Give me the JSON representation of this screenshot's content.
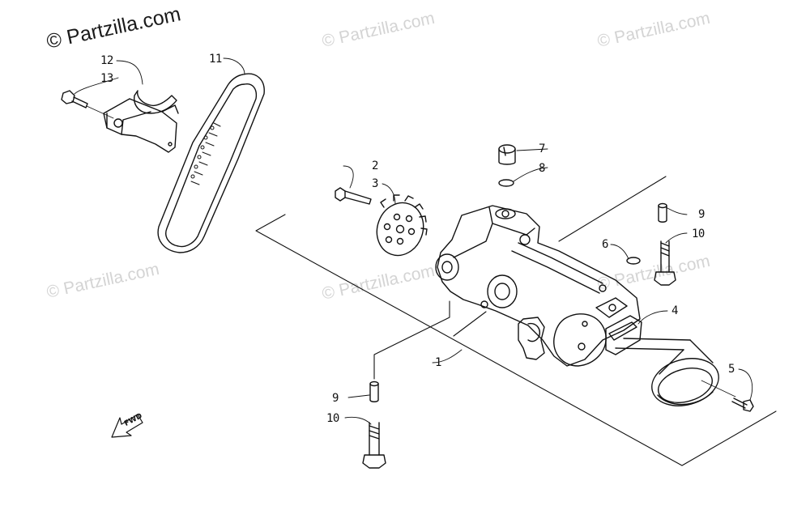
{
  "watermarks": {
    "main": "© Partzilla.com",
    "faint": "© Partzilla.com"
  },
  "fwd_label": "FWD",
  "callouts": [
    {
      "id": "c12",
      "text": "12"
    },
    {
      "id": "c13",
      "text": "13"
    },
    {
      "id": "c11",
      "text": "11"
    },
    {
      "id": "c2",
      "text": "2"
    },
    {
      "id": "c3",
      "text": "3"
    },
    {
      "id": "c7",
      "text": "7"
    },
    {
      "id": "c8",
      "text": "8"
    },
    {
      "id": "c9a",
      "text": "9"
    },
    {
      "id": "c10a",
      "text": "10"
    },
    {
      "id": "c6",
      "text": "6"
    },
    {
      "id": "c4",
      "text": "4"
    },
    {
      "id": "c1",
      "text": "1"
    },
    {
      "id": "c5",
      "text": "5"
    },
    {
      "id": "c9b",
      "text": "9"
    },
    {
      "id": "c10b",
      "text": "10"
    }
  ],
  "colors": {
    "line": "#111111",
    "watermark": "#d4d4d4",
    "background": "#ffffff"
  }
}
